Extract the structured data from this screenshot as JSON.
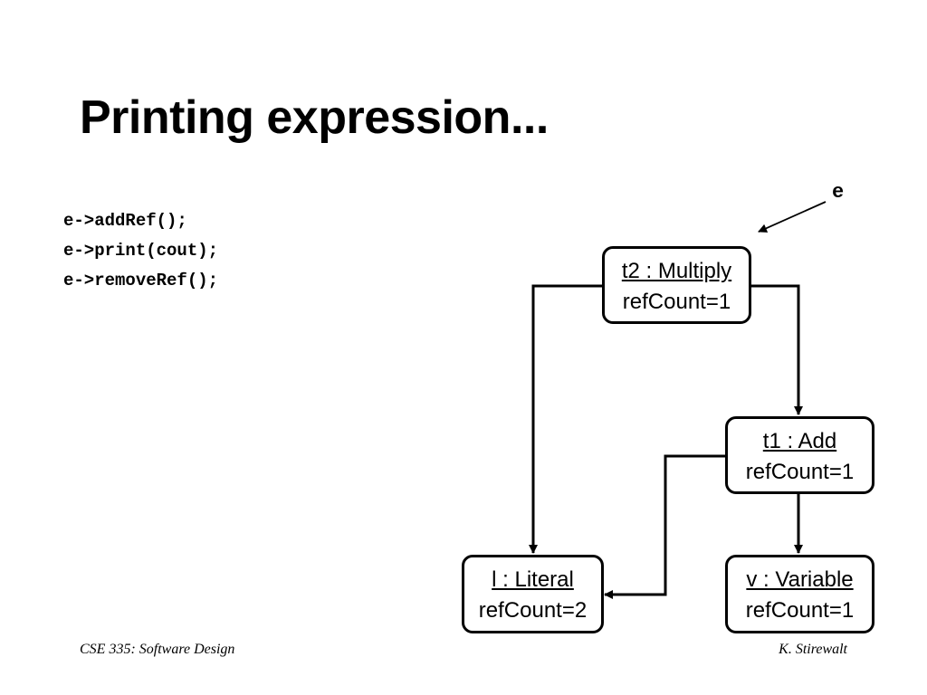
{
  "title": "Printing expression...",
  "code_lines": [
    "e->addRef();",
    "e->print(cout);",
    "e->removeRef();"
  ],
  "pointer_label": "e",
  "nodes": {
    "t2": {
      "name": "t2 : Multiply",
      "attr": "refCount=1"
    },
    "t1": {
      "name": "t1 : Add",
      "attr": "refCount=1"
    },
    "l": {
      "name": "l : Literal",
      "attr": "refCount=2"
    },
    "v": {
      "name": "v : Variable",
      "attr": "refCount=1"
    }
  },
  "footer": {
    "left": "CSE 335: Software Design",
    "right": "K. Stirewalt"
  }
}
